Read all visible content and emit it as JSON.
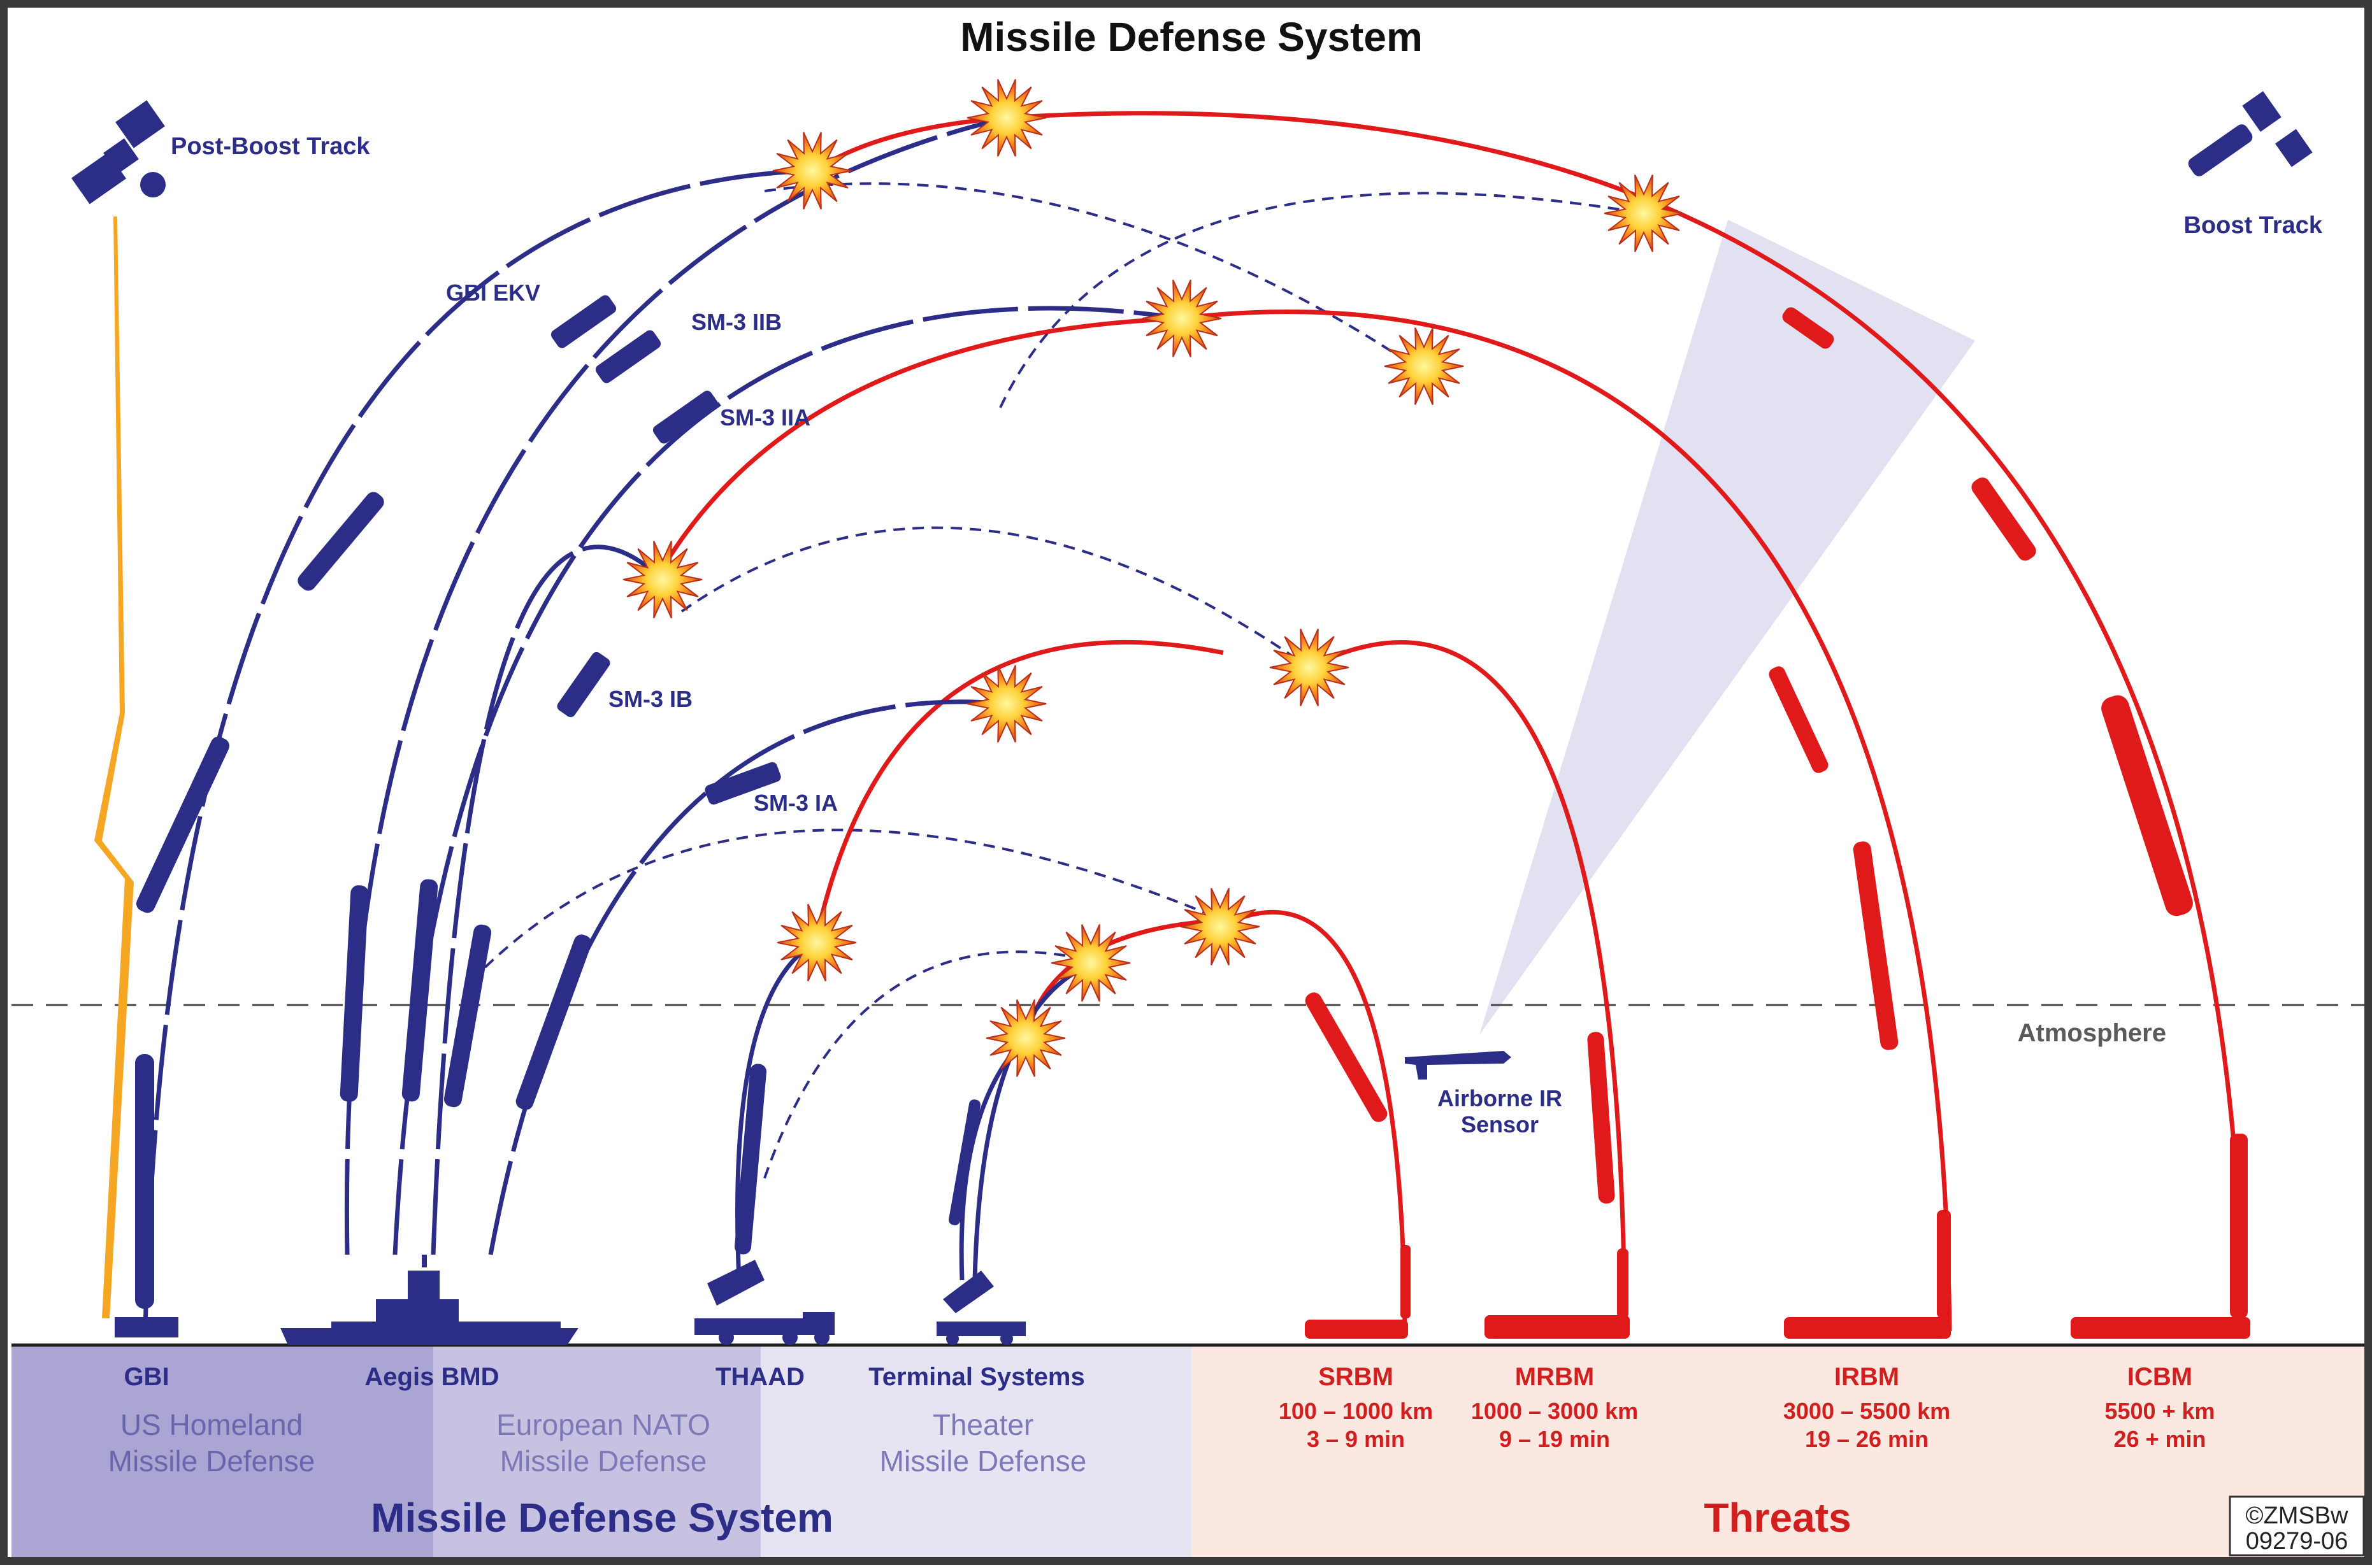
{
  "title": "Missile Defense System",
  "satellites": {
    "left_label": "Post-Boost Track",
    "right_label": "Boost Track"
  },
  "interceptors": [
    "GBI EKV",
    "SM-3 IIB",
    "SM-3 IIA",
    "SM-3 IB",
    "SM-3 IA"
  ],
  "atmosphere_label": "Atmosphere",
  "sensor_label": [
    "Airborne IR",
    "Sensor"
  ],
  "defense_systems": [
    {
      "name": "GBI"
    },
    {
      "name": "Aegis BMD"
    },
    {
      "name": "THAAD"
    },
    {
      "name": "Terminal Systems"
    }
  ],
  "defense_groups": [
    {
      "line1": "US Homeland",
      "line2": "Missile Defense"
    },
    {
      "line1": "European NATO",
      "line2": "Missile Defense"
    },
    {
      "line1": "Theater",
      "line2": "Missile Defense"
    }
  ],
  "threats": [
    {
      "name": "SRBM",
      "range": "100 – 1000 km",
      "time": "3 – 9 min"
    },
    {
      "name": "MRBM",
      "range": "1000 – 3000 km",
      "time": "9 – 19 min"
    },
    {
      "name": "IRBM",
      "range": "3000 – 5500 km",
      "time": "19 – 26 min"
    },
    {
      "name": "ICBM",
      "range": "5500 + km",
      "time": "26 + min"
    }
  ],
  "footer": {
    "defense_title": "Missile Defense System",
    "threats_title": "Threats"
  },
  "credit": {
    "line1": "©ZMSBw",
    "line2": "09279-06"
  },
  "colors": {
    "navy": "#2b2d86",
    "red": "#e01a1a",
    "band_dark": "#aaa5d2",
    "band_mid": "#c7c2e2",
    "band_light": "#e6e4f3",
    "band_threat": "#fbe9e1",
    "orange": "#f5a623",
    "cone": "#dcdcf0"
  }
}
